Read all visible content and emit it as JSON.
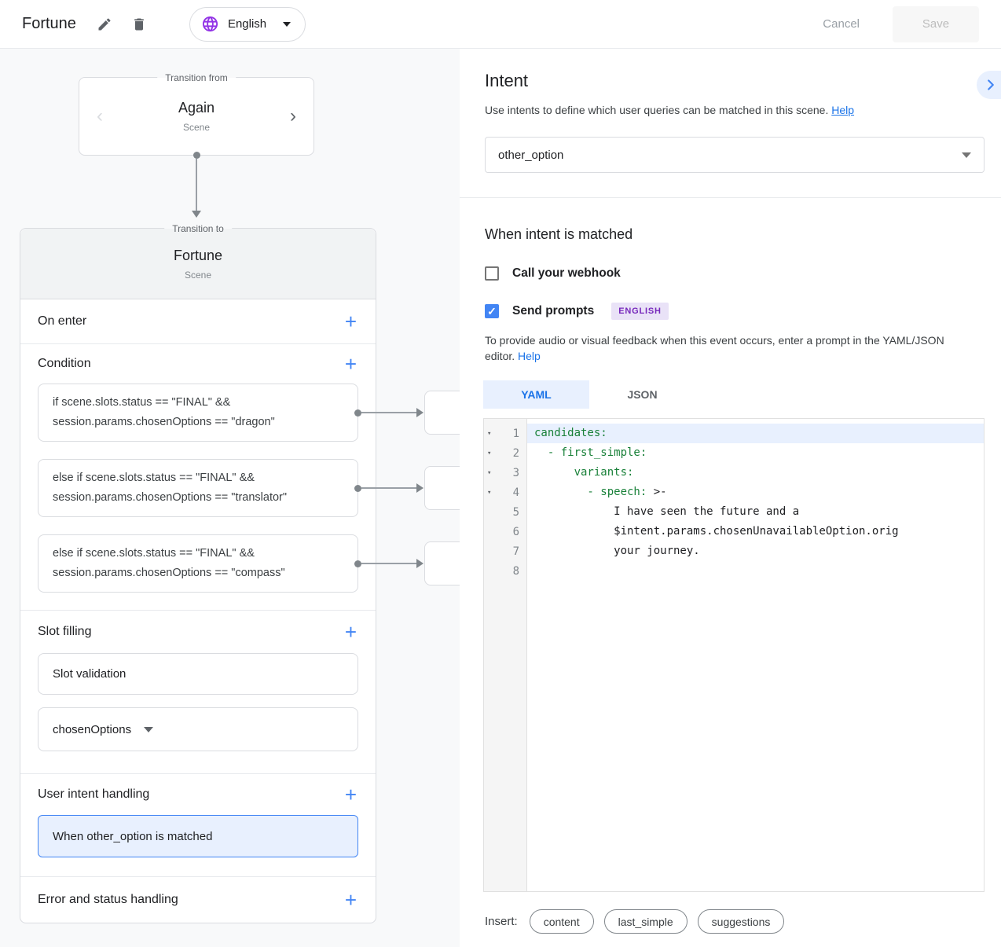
{
  "header": {
    "title": "Fortune",
    "language": "English",
    "cancel_label": "Cancel",
    "save_label": "Save"
  },
  "canvas": {
    "transition_from": {
      "legend": "Transition from",
      "title": "Again",
      "subtitle": "Scene"
    },
    "transition_to": {
      "legend": "Transition to",
      "title": "Fortune",
      "subtitle": "Scene"
    },
    "sections": {
      "on_enter": "On enter",
      "condition": "Condition",
      "slot_filling": "Slot filling",
      "user_intent": "User intent handling",
      "error": "Error and status handling"
    },
    "conditions": [
      {
        "lines": [
          "if scene.slots.status == \"FINAL\" &&",
          "session.params.chosenOptions == \"dragon\""
        ]
      },
      {
        "lines": [
          "else if scene.slots.status == \"FINAL\" &&",
          "session.params.chosenOptions == \"translator\""
        ]
      },
      {
        "lines": [
          "else if scene.slots.status == \"FINAL\" &&",
          "session.params.chosenOptions == \"compass\""
        ]
      }
    ],
    "slot_validation_label": "Slot validation",
    "slot_select_value": "chosenOptions",
    "intent_handler_chip": "When other_option is matched"
  },
  "detail": {
    "title": "Intent",
    "description": "Use intents to define which user queries can be matched in this scene.",
    "help_label": "Help",
    "intent_value": "other_option",
    "matched_heading": "When intent is matched",
    "webhook_label": "Call your webhook",
    "prompts_label": "Send prompts",
    "language_badge": "ENGLISH",
    "hint": "To provide audio or visual feedback when this event occurs, enter a prompt in the YAML/JSON editor.",
    "hint_help_label": "Help",
    "tabs": {
      "yaml": "YAML",
      "json": "JSON"
    },
    "editor": {
      "lines": [
        {
          "n": "1",
          "fold": true,
          "highlight": true,
          "segs": [
            {
              "c": "k",
              "t": "candidates:"
            }
          ]
        },
        {
          "n": "2",
          "fold": true,
          "segs": [
            {
              "c": "k",
              "t": "  - first_simple:"
            }
          ]
        },
        {
          "n": "3",
          "fold": true,
          "segs": [
            {
              "c": "k",
              "t": "      variants:"
            }
          ]
        },
        {
          "n": "4",
          "fold": true,
          "segs": [
            {
              "c": "k",
              "t": "        - speech:"
            },
            {
              "c": "p",
              "t": " >-"
            }
          ]
        },
        {
          "n": "5",
          "segs": [
            {
              "c": "p",
              "t": "            I have seen the future and a"
            }
          ]
        },
        {
          "n": "6",
          "segs": [
            {
              "c": "p",
              "t": "            $intent.params.chosenUnavailableOption.orig"
            }
          ]
        },
        {
          "n": "7",
          "segs": [
            {
              "c": "p",
              "t": "            your journey."
            }
          ]
        },
        {
          "n": "8",
          "segs": []
        }
      ]
    },
    "insert_label": "Insert:",
    "insert_chips": [
      "content",
      "last_simple",
      "suggestions"
    ]
  },
  "icons": {
    "add": "+",
    "check": "✓",
    "chevron_left": "‹",
    "chevron_right": "›",
    "fold_caret": "▾"
  },
  "colors": {
    "accent_blue": "#4285f4",
    "link_blue": "#1a73e8",
    "selected_bg": "#e8f0fe",
    "yaml_key_green": "#188038",
    "badge_purple": "#7627bb",
    "badge_bg": "#e9e2f7",
    "globe_purple": "#9334e6",
    "panel_gray": "#f8f9fa"
  }
}
